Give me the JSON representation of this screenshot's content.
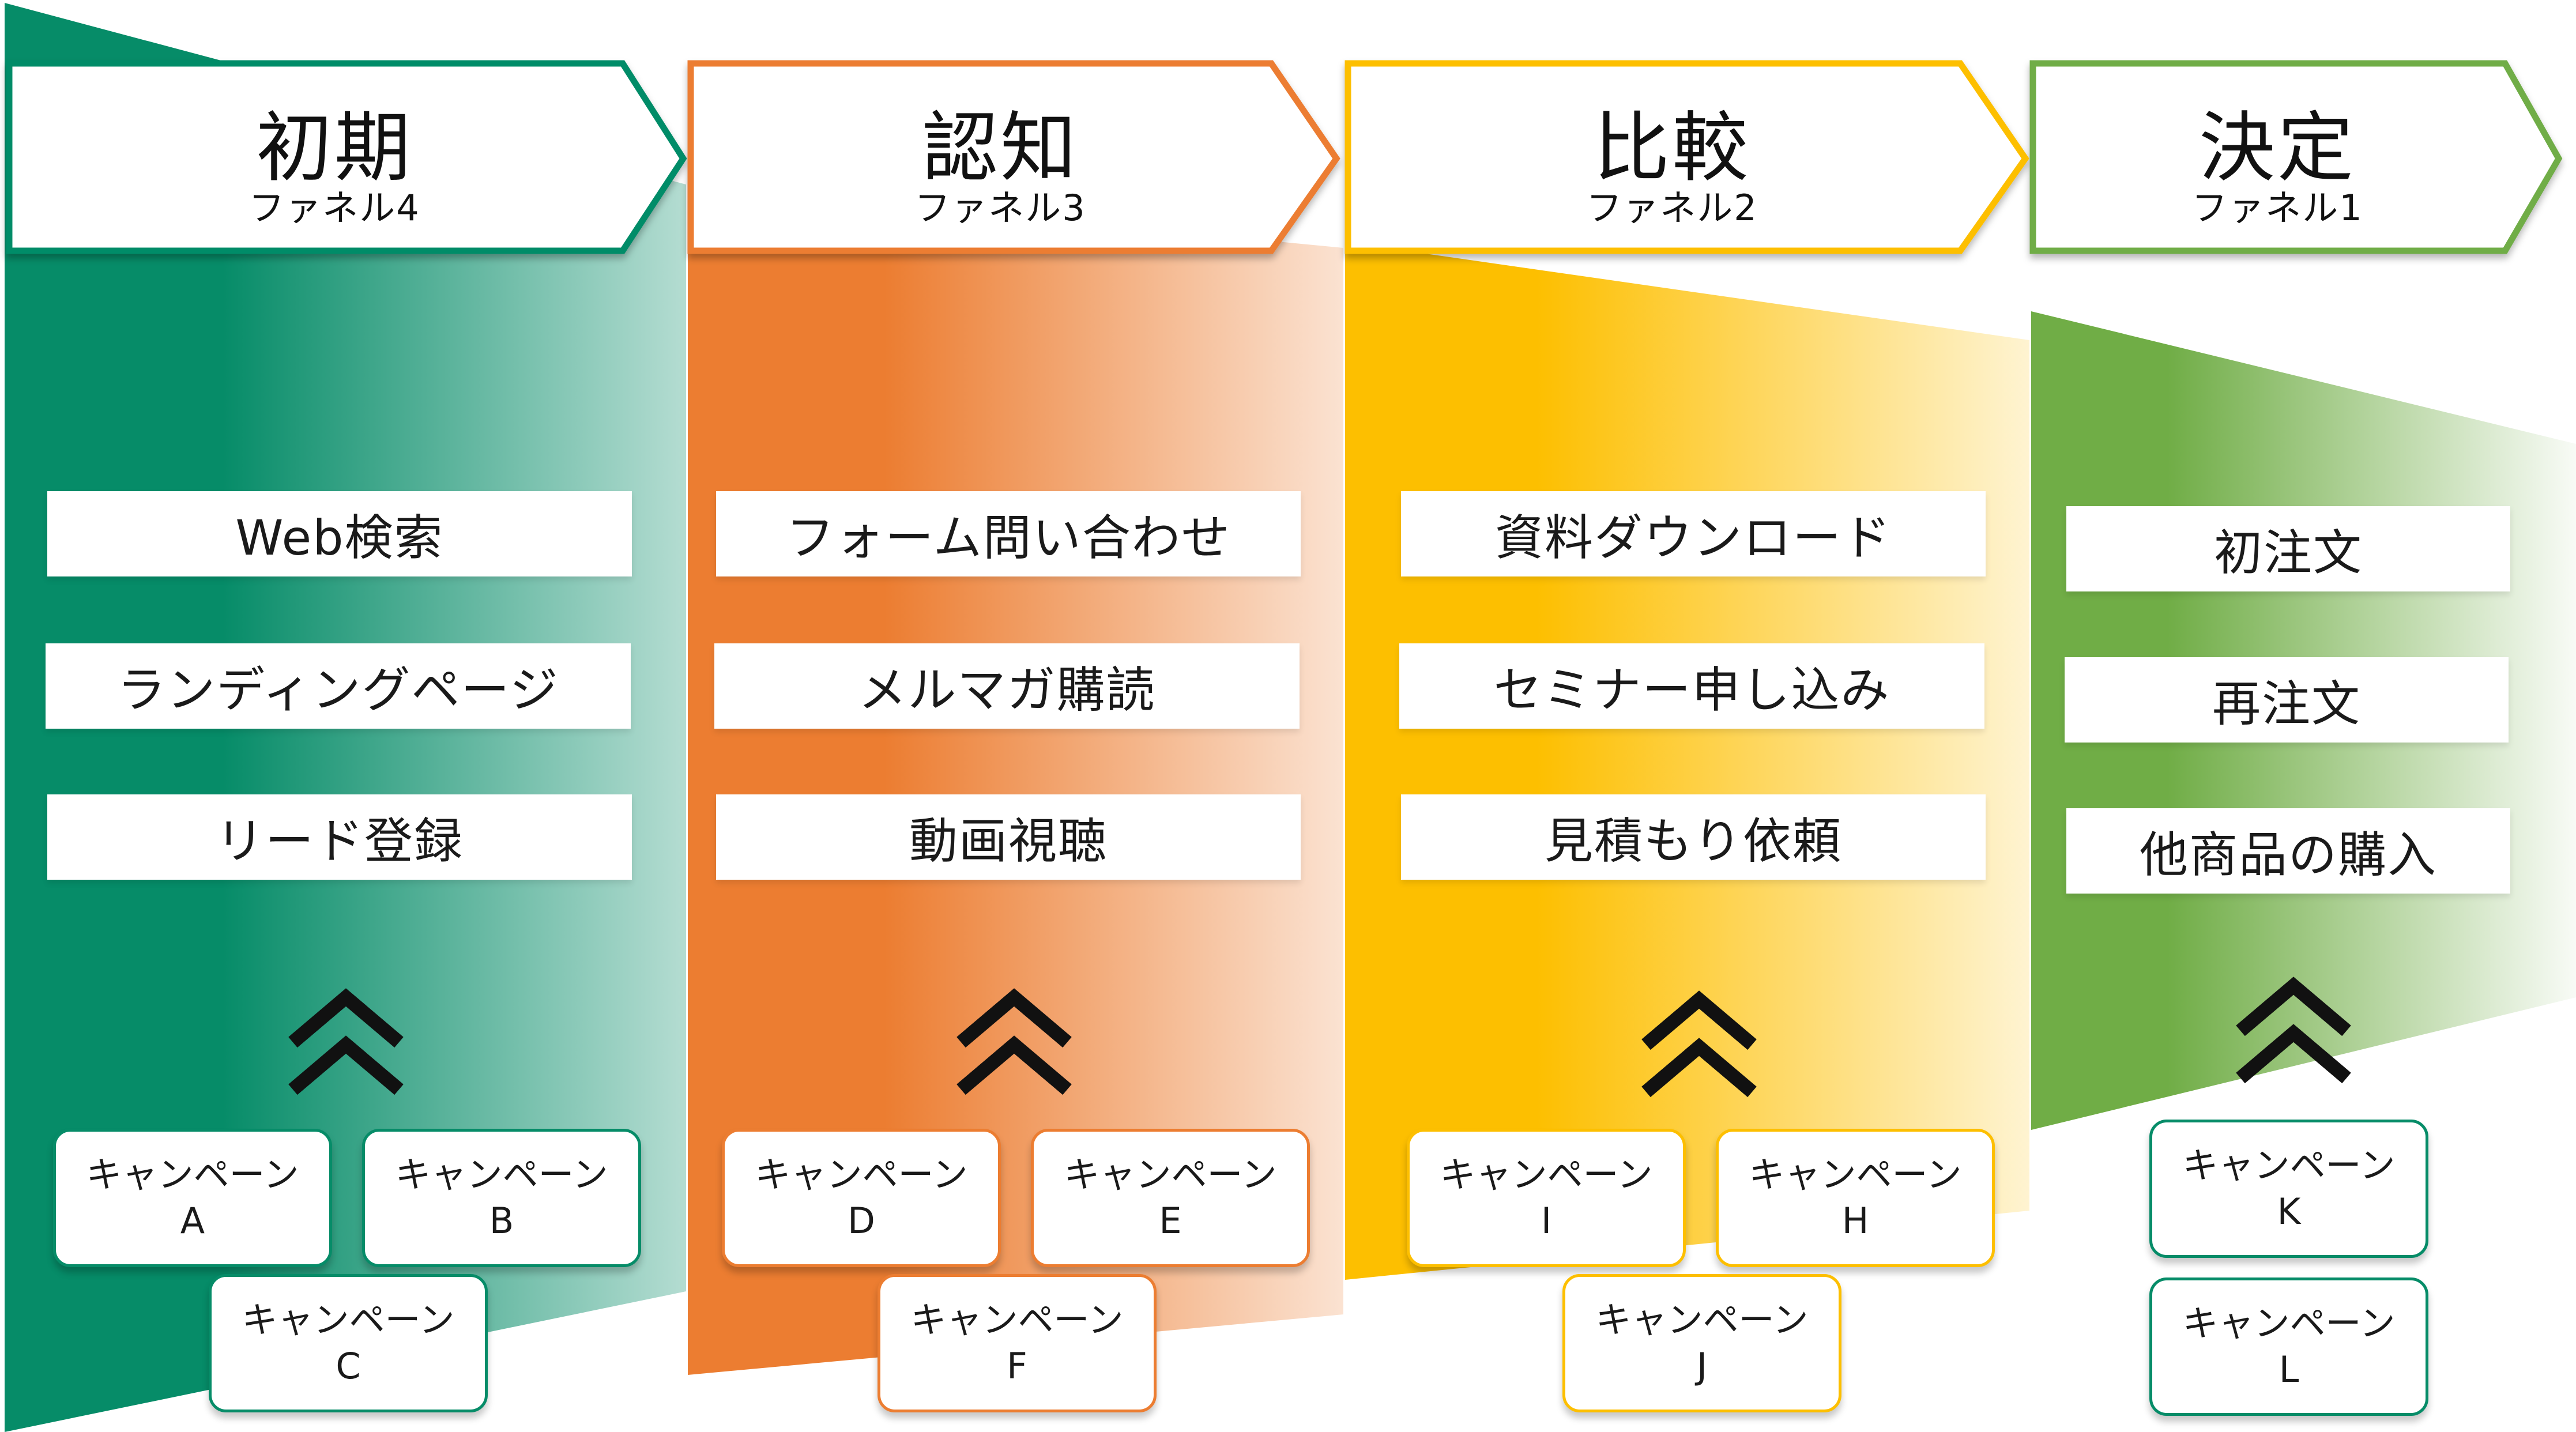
{
  "colors": {
    "green": "#068C68",
    "orange": "#EC7D31",
    "yellow": "#FDBF00",
    "lightgreen": "#70AD46",
    "text": "#111111"
  },
  "stages": [
    {
      "title": "初期",
      "subtitle": "ファネル4",
      "items": [
        "Web検索",
        "ランディングページ",
        "リード登録"
      ],
      "campaigns": [
        {
          "line1": "キャンペーン",
          "line2": "A"
        },
        {
          "line1": "キャンペーン",
          "line2": "B"
        },
        {
          "line1": "キャンペーン",
          "line2": "C"
        }
      ]
    },
    {
      "title": "認知",
      "subtitle": "ファネル3",
      "items": [
        "フォーム問い合わせ",
        "メルマガ購読",
        "動画視聴"
      ],
      "campaigns": [
        {
          "line1": "キャンペーン",
          "line2": "D"
        },
        {
          "line1": "キャンペーン",
          "line2": "E"
        },
        {
          "line1": "キャンペーン",
          "line2": "F"
        }
      ]
    },
    {
      "title": "比較",
      "subtitle": "ファネル2",
      "items": [
        "資料ダウンロード",
        "セミナー申し込み",
        "見積もり依頼"
      ],
      "campaigns": [
        {
          "line1": "キャンペーン",
          "line2": "I"
        },
        {
          "line1": "キャンペーン",
          "line2": "H"
        },
        {
          "line1": "キャンペーン",
          "line2": "J"
        }
      ]
    },
    {
      "title": "決定",
      "subtitle": "ファネル1",
      "items": [
        "初注文",
        "再注文",
        "他商品の購入"
      ],
      "campaigns": [
        {
          "line1": "キャンペーン",
          "line2": "K"
        },
        {
          "line1": "キャンペーン",
          "line2": "L"
        }
      ]
    }
  ]
}
